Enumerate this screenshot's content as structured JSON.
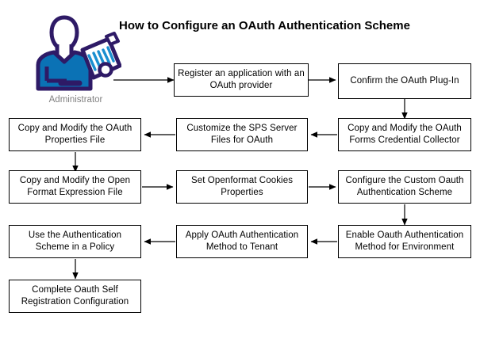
{
  "diagram": {
    "title": "How to Configure an OAuth Authentication Scheme",
    "type": "flowchart",
    "background_color": "#ffffff",
    "box_border_color": "#000000",
    "box_fill_color": "#ffffff",
    "connector_color": "#000000",
    "actor": {
      "name": "administrator-actor",
      "caption": "Administrator",
      "caption_color": "#808080",
      "icon_name": "administrator-icon",
      "icon_outline_color": "#2e1a66",
      "icon_body_color": "#0b72b5",
      "icon_paper_color": "#ffffff"
    },
    "steps": [
      {
        "id": "step-1",
        "label": "Register an application with an OAuth provider"
      },
      {
        "id": "step-2",
        "label": "Confirm the OAuth Plug-In"
      },
      {
        "id": "step-3",
        "label": "Copy and Modify the OAuth Forms Credential Collector"
      },
      {
        "id": "step-4",
        "label": "Customize the SPS Server Files for OAuth"
      },
      {
        "id": "step-5",
        "label": "Copy and Modify the OAuth Properties File"
      },
      {
        "id": "step-6",
        "label": "Copy and Modify the Open Format Expression File"
      },
      {
        "id": "step-7",
        "label": "Set Openformat Cookies Properties"
      },
      {
        "id": "step-8",
        "label": "Configure the Custom Oauth Authentication Scheme"
      },
      {
        "id": "step-9",
        "label": "Enable Oauth Authentication Method for Environment"
      },
      {
        "id": "step-10",
        "label": "Apply OAuth Authentication Method to Tenant"
      },
      {
        "id": "step-11",
        "label": "Use the Authentication Scheme in a Policy"
      },
      {
        "id": "step-12",
        "label": "Complete Oauth Self Registration Configuration"
      }
    ],
    "flow_order": [
      "administrator-actor",
      "step-1",
      "step-2",
      "step-3",
      "step-4",
      "step-5",
      "step-6",
      "step-7",
      "step-8",
      "step-9",
      "step-10",
      "step-11",
      "step-12"
    ]
  }
}
